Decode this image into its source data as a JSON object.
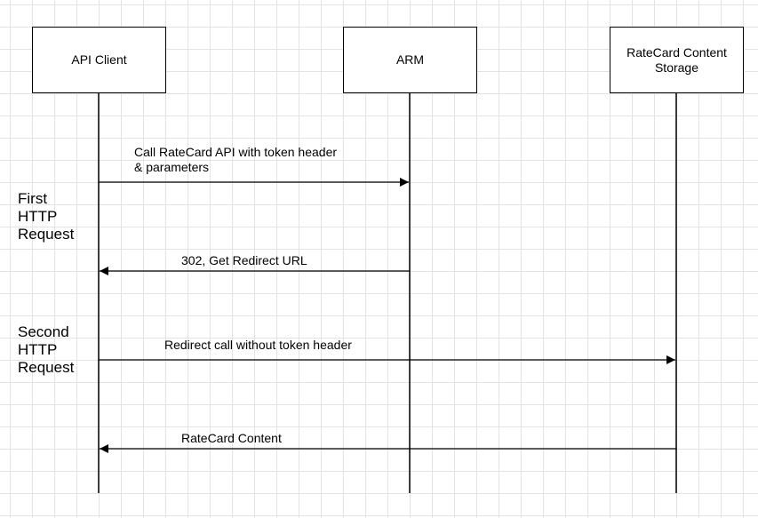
{
  "participants": [
    {
      "label": "API Client"
    },
    {
      "label": "ARM"
    },
    {
      "label": "RateCard Content Storage"
    }
  ],
  "messages": [
    {
      "from": 0,
      "to": 1,
      "label_line1": "Call RateCard API with token header",
      "label_line2": "& parameters"
    },
    {
      "from": 1,
      "to": 0,
      "label": "302, Get Redirect URL"
    },
    {
      "from": 0,
      "to": 2,
      "label": "Redirect call without token header"
    },
    {
      "from": 2,
      "to": 0,
      "label": "RateCard Content"
    }
  ],
  "sections": [
    {
      "line1": "First",
      "line2": "HTTP",
      "line3": "Request"
    },
    {
      "line1": "Second",
      "line2": "HTTP",
      "line3": "Request"
    }
  ]
}
